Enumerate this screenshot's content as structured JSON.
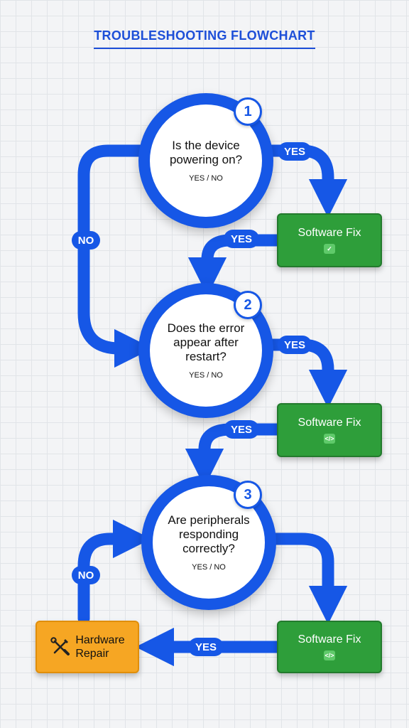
{
  "title": "TROUBLESHOOTING FLOWCHART",
  "colors": {
    "accent": "#1657e6",
    "success": "#2e9e3a",
    "warning": "#f6a623",
    "background": "#f3f4f6"
  },
  "decisions": [
    {
      "number": "1",
      "question": "Is the device powering on?",
      "options": "YES / NO"
    },
    {
      "number": "2",
      "question": "Does the error appear after restart?",
      "options": "YES / NO"
    },
    {
      "number": "3",
      "question": "Are peripherals responding correctly?",
      "options": "YES / NO"
    }
  ],
  "actions": [
    {
      "label": "Software Fix",
      "icon": "check-icon",
      "glyph": "✓"
    },
    {
      "label": "Software Fix",
      "icon": "code-icon",
      "glyph": "</>"
    },
    {
      "label": "Software Fix",
      "icon": "code-icon",
      "glyph": "</>"
    }
  ],
  "hardware": {
    "line1": "Hardware",
    "line2": "Repair",
    "icon": "tools-icon"
  },
  "edge_labels": {
    "yes_1": "YES",
    "no_1": "NO",
    "yes_back_1": "YES",
    "yes_2": "YES",
    "yes_back_2": "YES",
    "no_3": "NO",
    "yes_3": "YES"
  }
}
